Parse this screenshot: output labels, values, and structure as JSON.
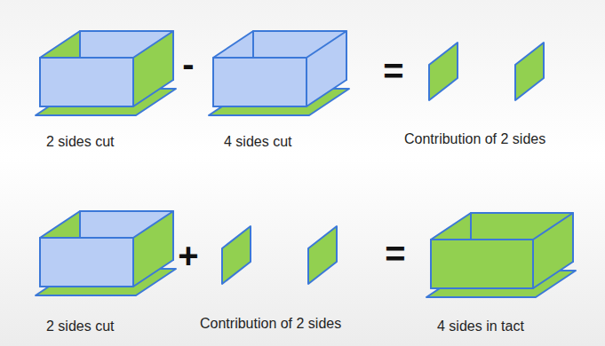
{
  "diagram": {
    "labels": [
      "-",
      "=",
      "2 sides cut",
      "4 sides cut",
      "Contribution of 2 sides",
      "+",
      "=",
      "2 sides cut",
      "Contribution of 2 sides",
      "4 sides in tact"
    ]
  }
}
